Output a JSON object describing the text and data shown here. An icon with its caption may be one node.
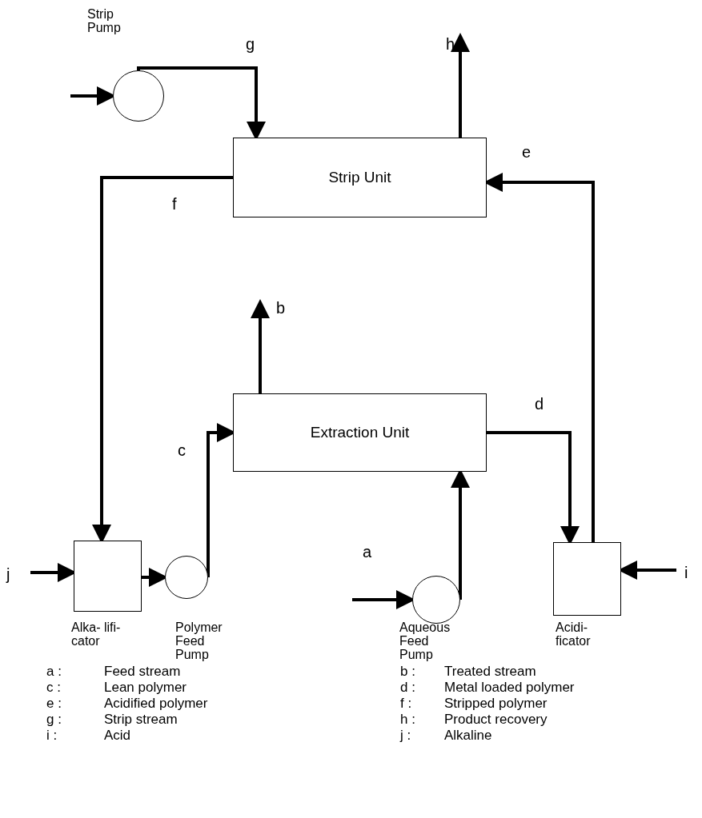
{
  "diagram": {
    "nodes": [
      {
        "text": [
          "Strip Pump"
        ]
      },
      {
        "text": [
          "Strip Unit"
        ]
      },
      {
        "text": [
          "Extraction Unit"
        ]
      },
      {
        "text": [
          "Alka- lifi- cator"
        ]
      },
      {
        "text": [
          "Polymer Feed Pump"
        ]
      },
      {
        "text": [
          "Aqueous Feed Pump"
        ]
      },
      {
        "text": [
          "Acidi- ficator"
        ]
      }
    ],
    "edges": [
      {
        "from": null,
        "to": 0,
        "arrow": "to"
      },
      {
        "from": 0,
        "to": 1,
        "arrow": "to",
        "label": "g"
      },
      {
        "from": 1,
        "to": null,
        "arrow": "to",
        "label": "h"
      },
      {
        "from": 6,
        "to": 1,
        "arrow": "to",
        "label": "e"
      },
      {
        "from": 1,
        "to": 3,
        "arrow": "to",
        "label": "f"
      },
      {
        "from": 2,
        "to": null,
        "arrow": "to",
        "label": "b"
      },
      {
        "from": 4,
        "to": 2,
        "arrow": "to",
        "label": "c"
      },
      {
        "from": 2,
        "to": 6,
        "arrow": "to",
        "label": "d"
      },
      {
        "from": null,
        "to": 3,
        "arrow": "to",
        "label": "j"
      },
      {
        "from": 3,
        "to": 4,
        "arrow": "to"
      },
      {
        "from": null,
        "to": 5,
        "arrow": "to",
        "label": "a"
      },
      {
        "from": 5,
        "to": 2,
        "arrow": "to"
      },
      {
        "from": null,
        "to": 6,
        "arrow": "to",
        "label": "i"
      }
    ],
    "labels": [
      "a :",
      "Feed stream",
      "b :",
      "Treated stream",
      "c :",
      "Lean polymer",
      "d :",
      "Metal loaded polymer",
      "e :",
      "Acidified polymer",
      "f :",
      "Stripped polymer",
      "g :",
      "Strip stream",
      "h :",
      "Product recovery",
      "i :",
      "Acid",
      "j :",
      "Alkaline"
    ]
  }
}
